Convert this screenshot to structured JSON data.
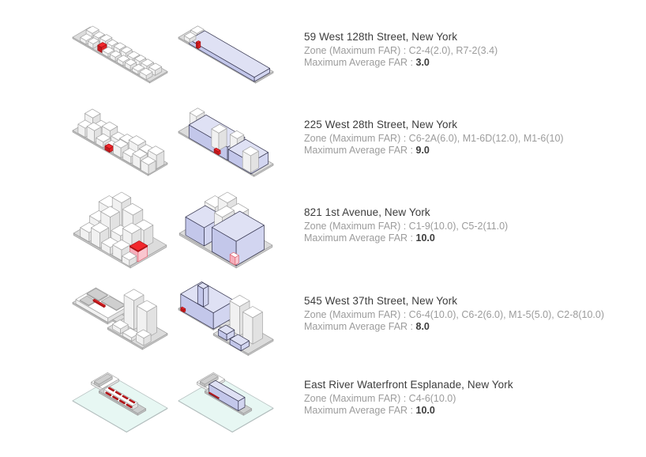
{
  "labels": {
    "zone_prefix": "Zone (Maximum FAR) : ",
    "far_prefix": "Maximum Average FAR : "
  },
  "rows": [
    {
      "title": "59 West 128th Street, New York",
      "zones": "C2-4(2.0), R7-2(3.4)",
      "max_avg_far": "3.0",
      "diagrams": {
        "left": "existing-massing",
        "right": "max-far-envelope"
      }
    },
    {
      "title": "225 West 28th Street, New York",
      "zones": "C6-2A(6.0), M1-6D(12.0), M1-6(10)",
      "max_avg_far": "9.0",
      "diagrams": {
        "left": "existing-massing",
        "right": "max-far-envelope"
      }
    },
    {
      "title": "821 1st Avenue, New York",
      "zones": "C1-9(10.0), C5-2(11.0)",
      "max_avg_far": "10.0",
      "diagrams": {
        "left": "existing-massing",
        "right": "max-far-envelope"
      }
    },
    {
      "title": "545 West 37th Street, New York",
      "zones": "C6-4(10.0), C6-2(6.0), M1-5(5.0), C2-8(10.0)",
      "max_avg_far": "8.0",
      "diagrams": {
        "left": "existing-massing",
        "right": "max-far-envelope"
      }
    },
    {
      "title": "East River Waterfront Esplanade, New York",
      "zones": "C4-6(10.0)",
      "max_avg_far": "10.0",
      "diagrams": {
        "left": "existing-massing",
        "right": "max-far-envelope"
      }
    }
  ],
  "colors": {
    "background": "#ffffff",
    "title_text": "#3d3d3d",
    "meta_text": "#9c9c9c",
    "far_value_text": "#3d3d3d",
    "building": {
      "top": "#ffffff",
      "left": "#f1f1f1",
      "right": "#e2e2e2",
      "stroke": "#a3a3a3"
    },
    "base_plate": {
      "top": "#dcdcdc",
      "left": "#c6c6c6",
      "right": "#cfcfcf",
      "stroke": "#9e9e9e"
    },
    "roof_gray": {
      "top": "#cfcfcf",
      "left": "#bfbfbf",
      "right": "#c7c7c7",
      "stroke": "#9e9e9e"
    },
    "envelope": {
      "top": "#dfe1f4",
      "left": "#c3c7ea",
      "right": "#d2d5f0",
      "stroke": "#33334d"
    },
    "highlight_red": {
      "top": "#f2282d",
      "left": "#c2181c",
      "right": "#e12226",
      "stroke": "#a31013"
    },
    "highlight_pink": {
      "top": "#ffffff",
      "left": "#f5aebb",
      "right": "#fac6cf",
      "stroke": "#e06572"
    },
    "water": {
      "top": "#e7f7f3",
      "left": "#d8ece8",
      "right": "#dff0ec",
      "stroke": "#b2bdbd"
    },
    "pier": {
      "top": "#cbcdcd",
      "left": "#bbbdbd",
      "right": "#c3c5c5",
      "stroke": "#9e9e9e"
    }
  }
}
